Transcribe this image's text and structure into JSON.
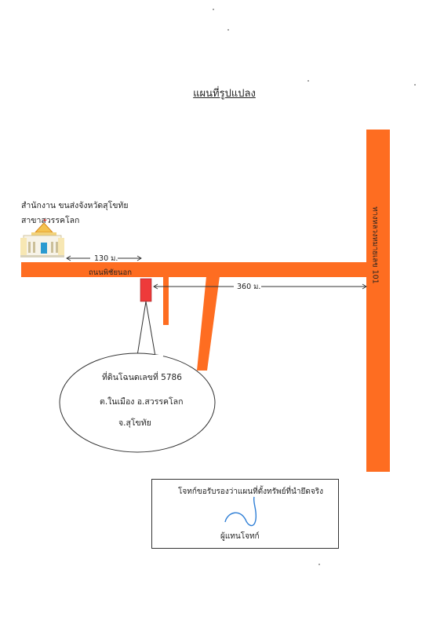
{
  "title": "แผนที่รูปแปลง",
  "office": {
    "line1": "สำนักงาน ขนส่งจังหวัดสุโขทัย",
    "line2": "สาขาสวรรคโลก",
    "icon": "government-building-icon"
  },
  "roads": {
    "main_road_name": "ถนนพิชัยนอก",
    "highway_name": "ทางหลวงหมายเลข 101",
    "color": "#fe6d21"
  },
  "distances": {
    "office_to_plot": "130 ม.",
    "plot_to_highway": "360 ม."
  },
  "plot": {
    "color": "#ee3a3a",
    "line1": "ที่ดินโฉนดเลขที่ 5786",
    "line2": "ต.ในเมือง อ.สวรรคโลก",
    "line3": "จ.สุโขทัย"
  },
  "certification": {
    "statement": "โจทก์ขอรับรองว่าแผนที่ตั้งทรัพย์ที่นำยึดจริง",
    "signer": "ผู้แทนโจทก์",
    "signature_color": "#2f7fd6"
  }
}
